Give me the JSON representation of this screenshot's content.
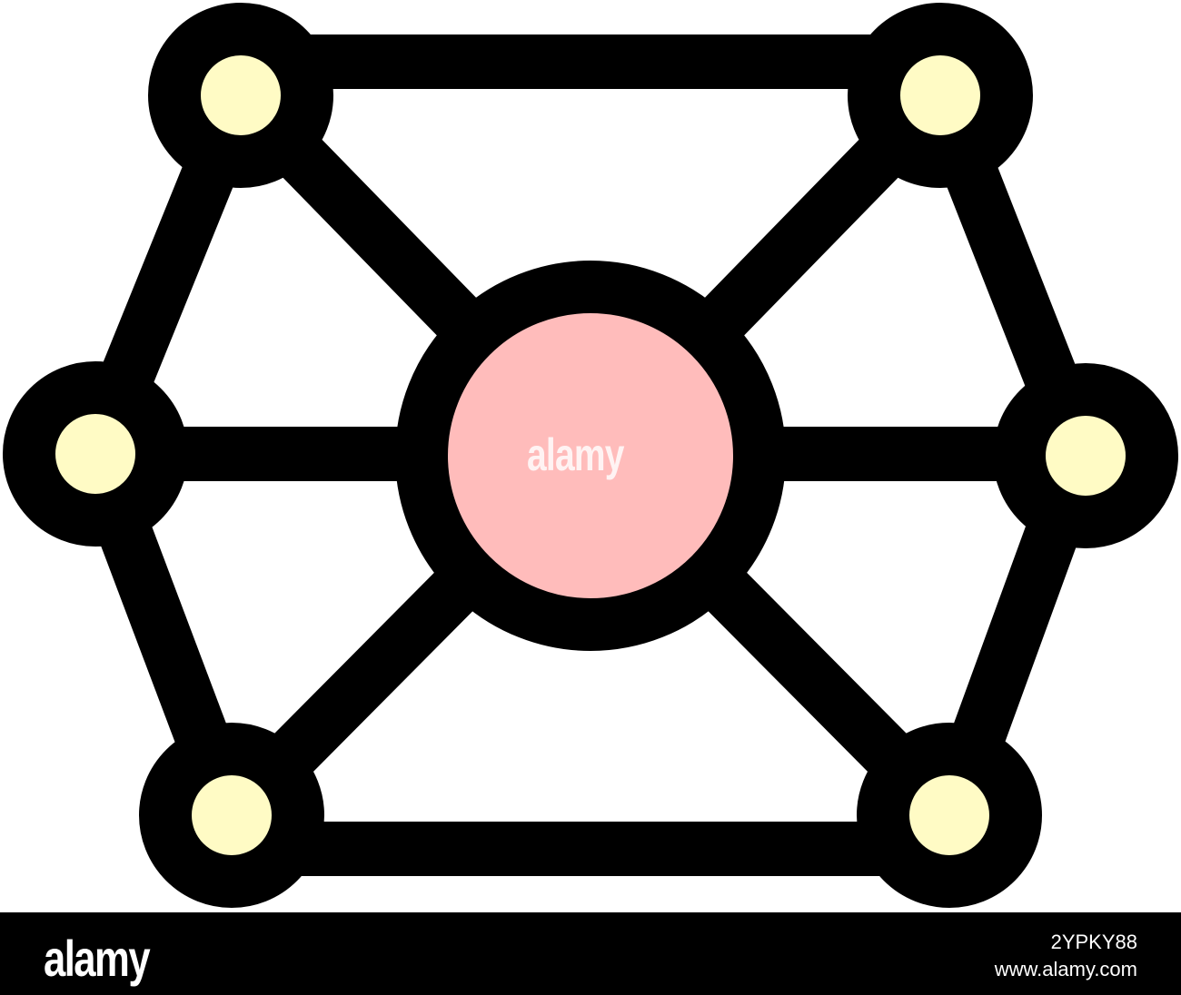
{
  "icon": {
    "name": "network-hub-icon",
    "colors": {
      "stroke": "#000000",
      "hub_fill": "#ffbcbb",
      "node_fill": "#fffbc5",
      "background": "#ffffff"
    }
  },
  "watermark": {
    "center_text": "alamy"
  },
  "footer": {
    "logo": "alamy",
    "image_id": "2YPKY88",
    "url": "www.alamy.com"
  }
}
